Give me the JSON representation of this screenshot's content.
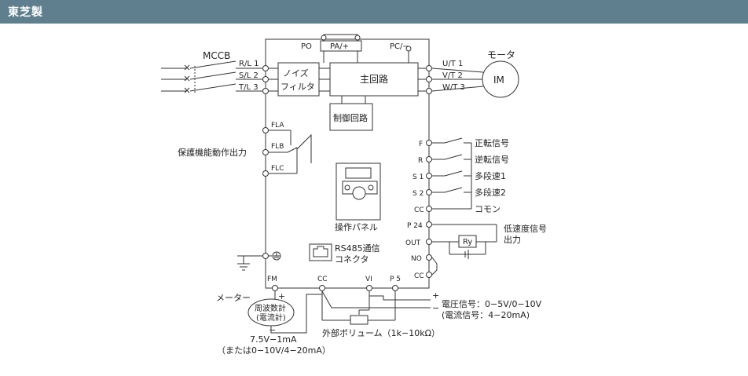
{
  "header": {
    "title": "東芝製"
  },
  "power": {
    "mccb": "MCCB",
    "inputs": [
      "R/L 1",
      "S/L 2",
      "T/L 3"
    ],
    "outputs": [
      "U/T 1",
      "V/T 2",
      "W/T 3"
    ],
    "po": "PO",
    "pa": "PA/+",
    "pc": "PC/−",
    "motor_label": "モータ",
    "motor_symbol": "IM"
  },
  "blocks": {
    "noise_filter_line1": "ノイズ",
    "noise_filter_line2": "フィルタ",
    "main_circuit": "主回路",
    "control_circuit": "制御回路",
    "panel": "操作パネル",
    "rs485_line1": "RS485通信",
    "rs485_line2": "コネクタ"
  },
  "relay": {
    "fla": "FLA",
    "flb": "FLB",
    "flc": "FLC",
    "label": "保護機能動作出力"
  },
  "control_terminals": [
    {
      "name": "F",
      "label": "正転信号"
    },
    {
      "name": "R",
      "label": "逆転信号"
    },
    {
      "name": "S 1",
      "label": "多段速1"
    },
    {
      "name": "S 2",
      "label": "多段速2"
    },
    {
      "name": "CC",
      "label": "コモン"
    },
    {
      "name": "P 24",
      "label": ""
    },
    {
      "name": "OUT",
      "label": ""
    },
    {
      "name": "NO",
      "label": ""
    },
    {
      "name": "CC",
      "label": ""
    }
  ],
  "output_signal": {
    "line1": "低速度信号",
    "line2": "出力",
    "ry": "Ry"
  },
  "bottom": {
    "fm": "FM",
    "cc": "CC",
    "vi": "VI",
    "p5": "P 5",
    "meter_label": "メーター",
    "plus": "+",
    "minus": "−",
    "meter_line1": "周波数計",
    "meter_line2": "(電流計)",
    "meter_spec": "7.5V−1mA",
    "meter_spec2": "（または0−10V/4−20mA）",
    "pot_label": "外部ボリューム（1k−10kΩ）",
    "voltage_signal": "電圧信号：0−5V/0−10V",
    "current_signal": "(電流信号：4−20mA)",
    "sig_plus": "+",
    "sig_minus": "−"
  }
}
